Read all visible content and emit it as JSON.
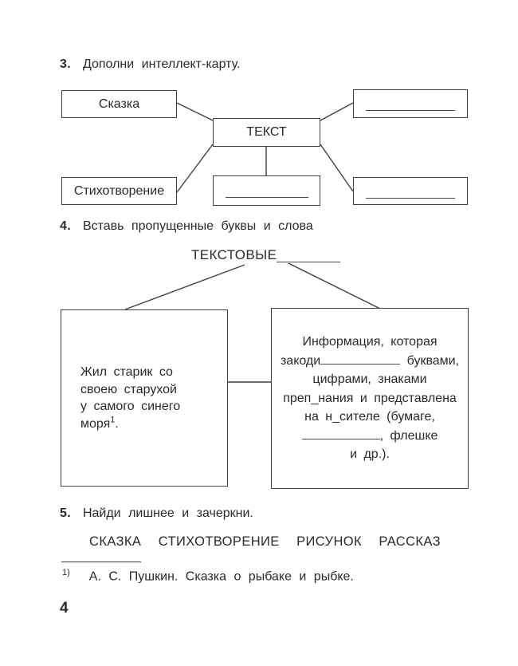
{
  "colors": {
    "ink": "#2a2a2a",
    "line": "#404040"
  },
  "exercise3": {
    "number": "3.",
    "title": "Дополни  интеллект-карту.",
    "map": {
      "center_label": "ТЕКСТ",
      "top_left_label": "Сказка",
      "bottom_left_label": "Стихотворение"
    }
  },
  "exercise4": {
    "number": "4.",
    "title": "Вставь  пропущенные  буквы  и  слова",
    "branch_word": "ТЕКСТОВЫЕ",
    "left_card": {
      "line1": "Жил  старик  со",
      "line2": "своею  старухой",
      "line3": "у  самого  синего",
      "line4_word": "моря",
      "line4_footnote_ref": "1",
      "line4_end": "."
    },
    "right_card": {
      "line1": "Информация,  которая",
      "line2_before_blank": "закоди",
      "line2_after_blank": " буквами,",
      "line3": "цифрами,  знаками",
      "line4": "преп_нания  и  представлена",
      "line5": "на  н_сителе  (бумаге,",
      "line6_after_blank": ",  флешке",
      "line7": "и  др.)."
    }
  },
  "exercise5": {
    "number": "5.",
    "title": "Найди  лишнее  и  зачеркни.",
    "words": [
      "СКАЗКА",
      "СТИХОТВОРЕНИЕ",
      "РИСУНОК",
      "РАССКАЗ"
    ]
  },
  "footnote": {
    "marker": "1)",
    "text": "А.  С.  Пушкин.  Сказка  о  рыбаке  и  рыбке."
  },
  "page_number": "4"
}
